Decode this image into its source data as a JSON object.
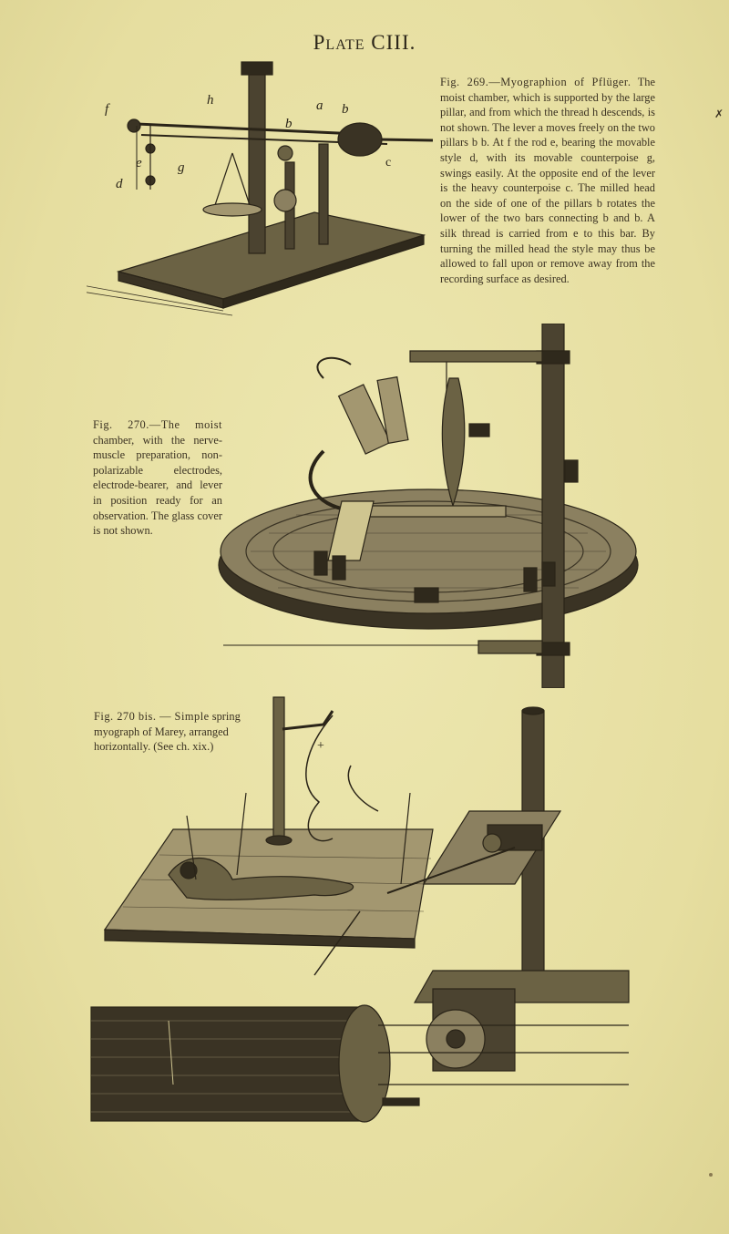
{
  "plate": {
    "title": "Plate CIII."
  },
  "figures": [
    {
      "id": "fig-269",
      "caption_lead": "Fig. 269.—Myographion of Pflüger.",
      "caption_body": "The moist chamber, which is supported by the large pillar, and from which the thread h descends, is not shown. The lever a moves freely on the two pillars b b. At f the rod e, bearing the movable style d, with its movable counterpoise g, swings easily. At the opposite end of the lever is the heavy counterpoise c. The milled head on the side of one of the pillars b rotates the lower of the two bars connecting b and b. A silk thread is carried from e to this bar. By turning the milled head the style may thus be allowed to fall upon or remove away from the recording surface as desired.",
      "labels": {
        "f": "f",
        "h": "h",
        "a": "a",
        "b": "b",
        "b2": "b",
        "c": "c",
        "e": "e",
        "g": "g",
        "d": "d"
      }
    },
    {
      "id": "fig-270",
      "caption_lead": "Fig. 270.—The moist",
      "caption_body": "chamber, with the nerve-muscle preparation, non-polarizable electrodes, electrode-bearer, and lever in position ready for an observation. The glass cover is not shown."
    },
    {
      "id": "fig-270-bis",
      "caption_lead": "Fig. 270 bis. — Simple",
      "caption_body": "spring myograph of Marey, arranged horizontally. (See ch. xix.)",
      "labels": {
        "plus": "+"
      }
    }
  ],
  "margin_mark": "✗"
}
